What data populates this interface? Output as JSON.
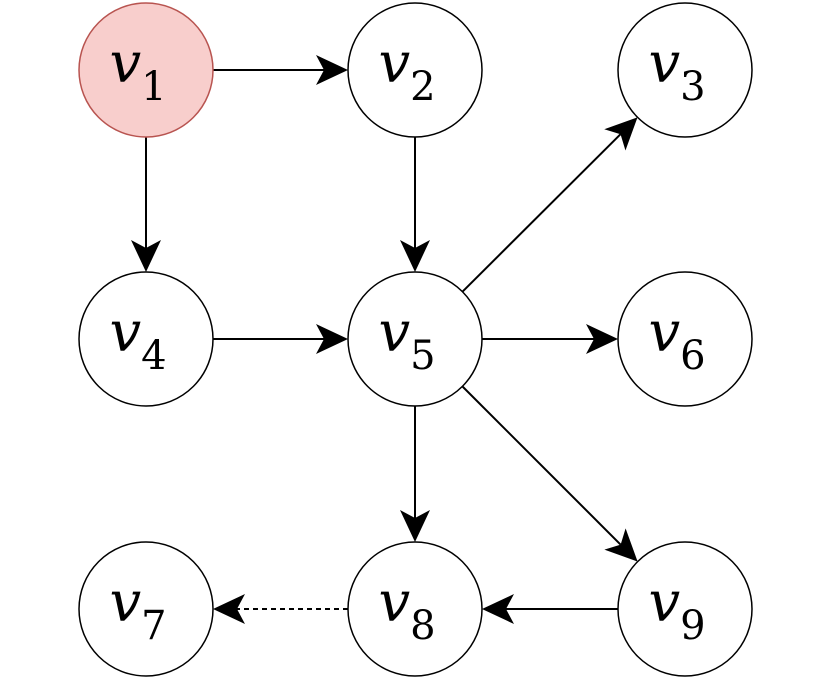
{
  "colors": {
    "highlight_fill": "#f8cecc",
    "highlight_stroke": "#b85450",
    "node_fill": "#ffffff",
    "node_stroke": "#000000",
    "edge": "#000000"
  },
  "nodes": [
    {
      "id": "v1",
      "letter": "v",
      "sub": "1",
      "highlighted": true
    },
    {
      "id": "v2",
      "letter": "v",
      "sub": "2",
      "highlighted": false
    },
    {
      "id": "v3",
      "letter": "v",
      "sub": "3",
      "highlighted": false
    },
    {
      "id": "v4",
      "letter": "v",
      "sub": "4",
      "highlighted": false
    },
    {
      "id": "v5",
      "letter": "v",
      "sub": "5",
      "highlighted": false
    },
    {
      "id": "v6",
      "letter": "v",
      "sub": "6",
      "highlighted": false
    },
    {
      "id": "v7",
      "letter": "v",
      "sub": "7",
      "highlighted": false
    },
    {
      "id": "v8",
      "letter": "v",
      "sub": "8",
      "highlighted": false
    },
    {
      "id": "v9",
      "letter": "v",
      "sub": "9",
      "highlighted": false
    }
  ],
  "edges": [
    {
      "from": "v1",
      "to": "v2",
      "style": "solid"
    },
    {
      "from": "v1",
      "to": "v4",
      "style": "solid"
    },
    {
      "from": "v2",
      "to": "v5",
      "style": "solid"
    },
    {
      "from": "v4",
      "to": "v5",
      "style": "solid"
    },
    {
      "from": "v5",
      "to": "v3",
      "style": "solid"
    },
    {
      "from": "v5",
      "to": "v6",
      "style": "solid"
    },
    {
      "from": "v5",
      "to": "v8",
      "style": "solid"
    },
    {
      "from": "v5",
      "to": "v9",
      "style": "solid"
    },
    {
      "from": "v9",
      "to": "v8",
      "style": "solid"
    },
    {
      "from": "v8",
      "to": "v7",
      "style": "dashed"
    }
  ]
}
